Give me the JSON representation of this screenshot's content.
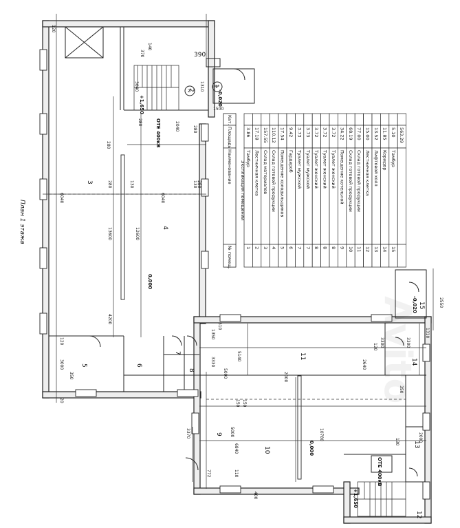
{
  "plan": {
    "title": "План 1 этажа",
    "levels": [
      "+1,650",
      "-0,020",
      "0,000",
      "0,000",
      "-0,020",
      "+1,650"
    ],
    "dimensions": [
      "120",
      "370",
      "140",
      "390",
      "3040",
      "1310",
      "1500",
      "280",
      "280",
      "2040",
      "280",
      "6040",
      "6040",
      "130",
      "130",
      "280",
      "280",
      "13600",
      "12600",
      "4200",
      "1350",
      "510",
      "120",
      "3000",
      "350",
      "20",
      "5140",
      "3330",
      "5000",
      "2000",
      "2640",
      "120",
      "3300",
      "3300",
      "350",
      "130",
      "1310",
      "2550",
      "2000",
      "150",
      "150",
      "10780",
      "6840",
      "5000",
      "3370",
      "110",
      "400",
      "772"
    ],
    "room_numbers": [
      "1",
      "2",
      "3",
      "4",
      "5",
      "6",
      "7",
      "8",
      "9",
      "10",
      "11",
      "12",
      "13",
      "14",
      "15"
    ],
    "door_tags": [
      "1",
      "2"
    ],
    "stamps": [
      "ОТЕ 400кВ",
      "ОТЕ 400кВ"
    ]
  },
  "explication": {
    "title": "Экспликация помещений",
    "headers": [
      "№ помещ.",
      "Наименование",
      "Площадь м2",
      "Кат. пом."
    ],
    "rows": [
      [
        "1",
        "Тамбур",
        "3.86"
      ],
      [
        "2",
        "Лестничная клетка",
        "17.18"
      ],
      [
        "3",
        "Склад материалов",
        "157.55"
      ],
      [
        "4",
        "Склад готовой продукции",
        "110.12"
      ],
      [
        "5",
        "Помещение холодильщиков",
        "17.54"
      ],
      [
        "6",
        "Гардероб",
        "9.42"
      ],
      [
        "7",
        "Туалет мужской",
        "3.73"
      ],
      [
        "7",
        "Туалет мужской",
        "3.73"
      ],
      [
        "8",
        "Туалет женский",
        "3.72"
      ],
      [
        "8",
        "Туалет женский",
        "3.72"
      ],
      [
        "8",
        "Туалет женский",
        "3.72"
      ],
      [
        "9",
        "Помещение котельной",
        "34.22"
      ],
      [
        "10",
        "Склад готовой продукции",
        "68.19"
      ],
      [
        "11",
        "Склад готовой продукции",
        "77.00"
      ],
      [
        "12",
        "Лестничная клетка",
        "15.00"
      ],
      [
        "13",
        "Лифтовой холл",
        "13.52"
      ],
      [
        "14",
        "Коридор",
        "11.85"
      ],
      [
        "15",
        "Тамбур",
        "5.10"
      ],
      [
        "",
        "",
        "563.29"
      ]
    ]
  },
  "watermark": "Avito"
}
